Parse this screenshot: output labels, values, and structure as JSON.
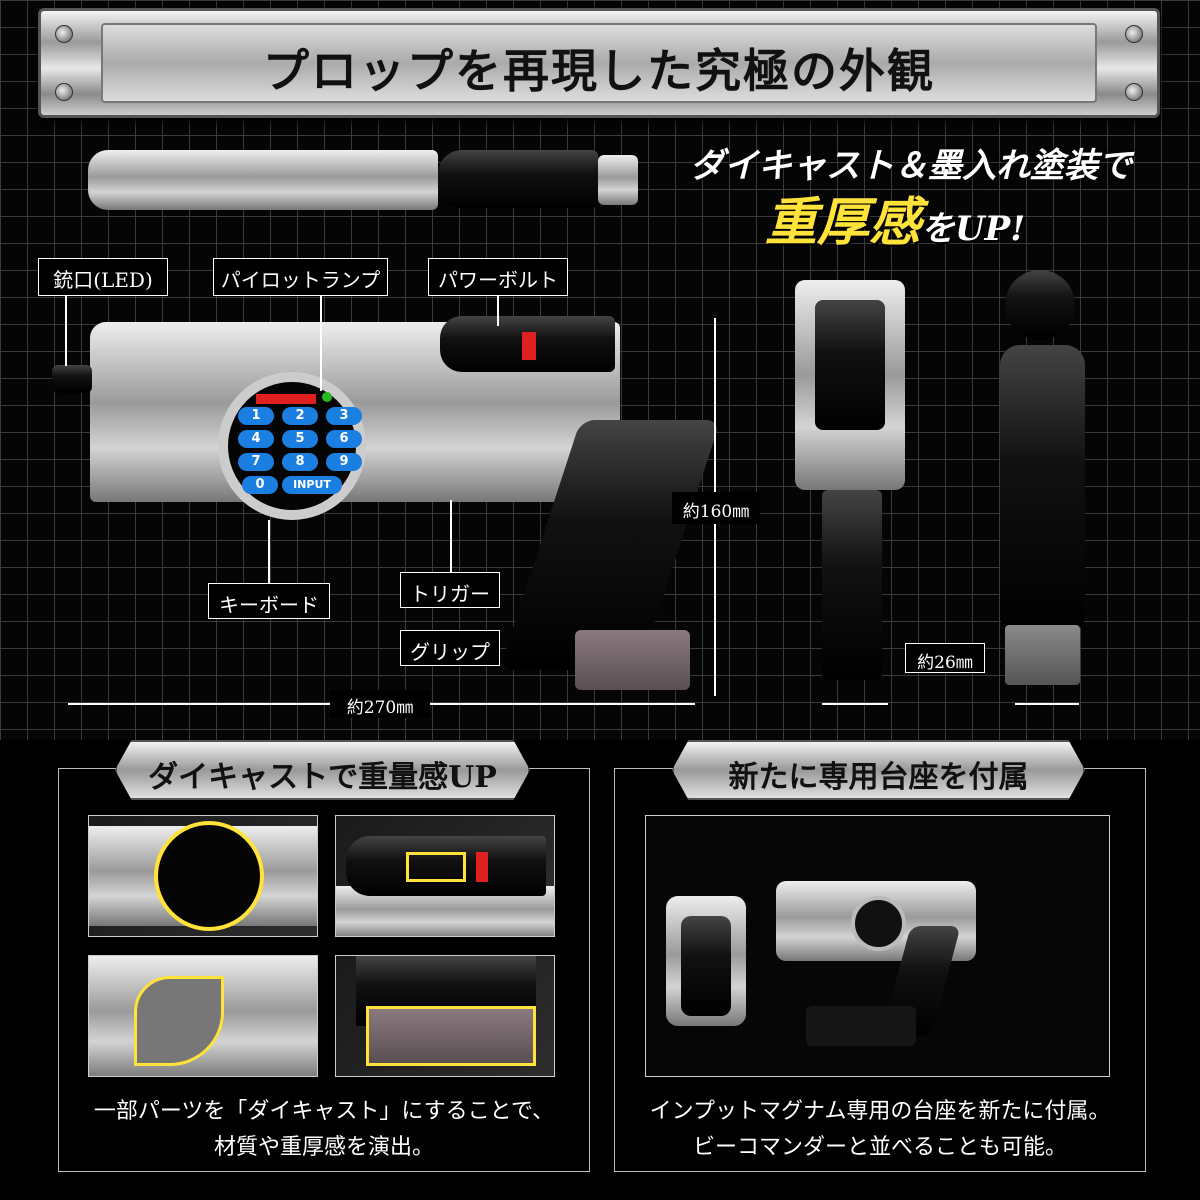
{
  "title": "プロップを再現した究極の外観",
  "tagline": {
    "line1": "ダイキャスト＆墨入れ塗装で",
    "highlight": "重厚感",
    "suffix": "をUP!"
  },
  "labels": {
    "muzzle": "銃口(LED)",
    "pilot_lamp": "パイロットランプ",
    "power_bolt": "パワーボルト",
    "keyboard": "キーボード",
    "trigger": "トリガー",
    "grip": "グリップ"
  },
  "dimensions": {
    "height": "約160㎜",
    "length": "約270㎜",
    "width": "約26㎜"
  },
  "keypad": {
    "keys": [
      "1",
      "2",
      "3",
      "4",
      "5",
      "6",
      "7",
      "8",
      "9",
      "0",
      "INPUT"
    ]
  },
  "panels": [
    {
      "heading": "ダイキャストで重量感UP",
      "caption1": "一部パーツを「ダイキャスト」にすることで、",
      "caption2": "材質や重厚感を演出。"
    },
    {
      "heading": "新たに専用台座を付属",
      "caption1": "インプットマグナム専用の台座を新たに付属。",
      "caption2": "ビーコマンダーと並べることも可能。"
    }
  ],
  "colors": {
    "highlight": "#ffe23a",
    "key_blue": "#1a7fe0",
    "accent_red": "#e02020"
  }
}
